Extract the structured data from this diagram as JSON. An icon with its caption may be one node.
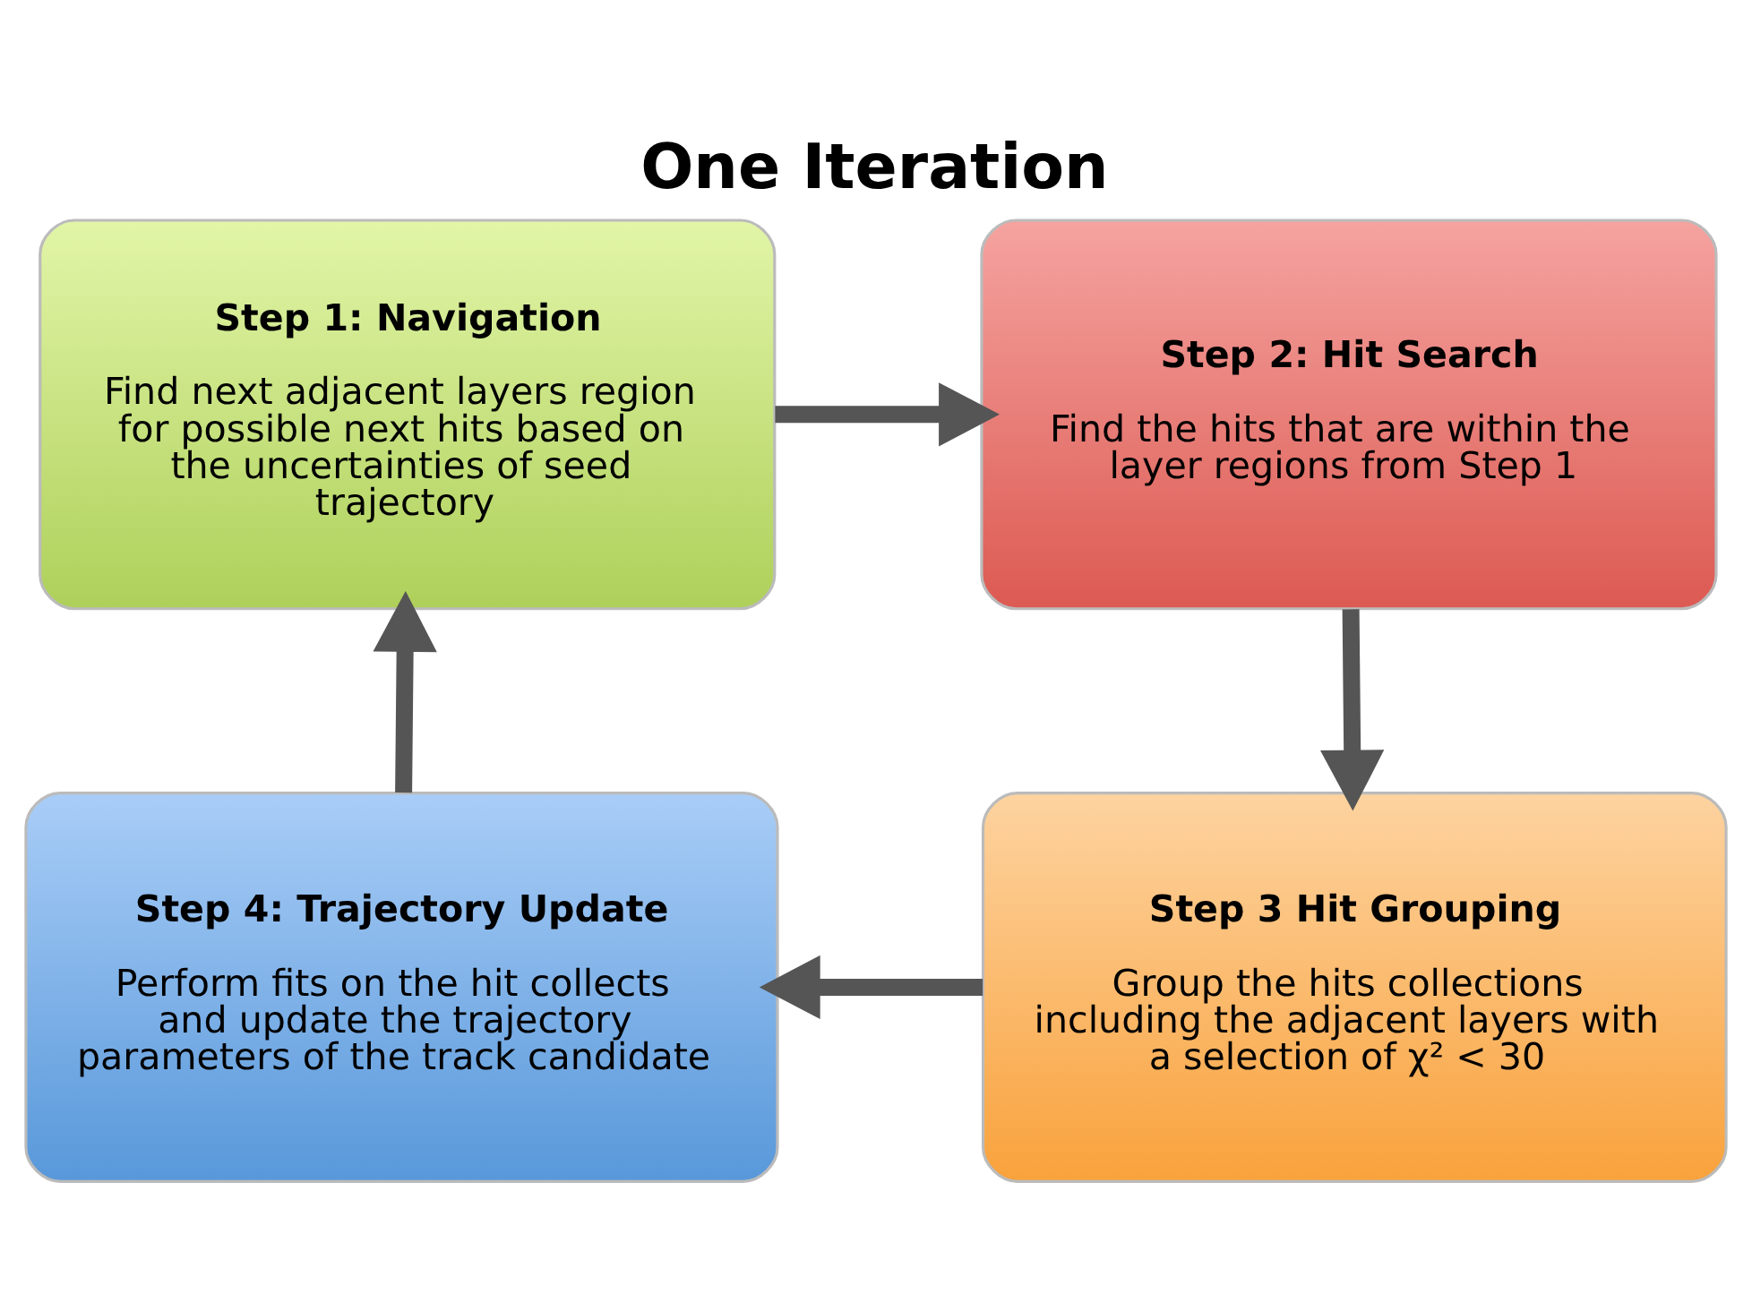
{
  "diagram": {
    "title": "One Iteration",
    "nodes": [
      {
        "text": [
          "Step 1: Navigation",
          "Find next adjacent layers region for possible next hits based on the uncertainties of seed trajectory"
        ]
      },
      {
        "text": [
          "Step 2: Hit Search",
          "Find the hits that are within the layer regions from Step 1"
        ]
      },
      {
        "text": [
          "Step 3 Hit Grouping",
          "Group the hits collections including the adjacent layers with a selection of χ² < 30"
        ]
      },
      {
        "text": [
          "Step 4: Trajectory Update",
          "Perform fits on the hit collects and update the trajectory parameters of the track candidate"
        ]
      }
    ],
    "edges": [
      {
        "from": 0,
        "to": 1,
        "arrow": "to"
      },
      {
        "from": 1,
        "to": 2,
        "arrow": "to"
      },
      {
        "from": 2,
        "to": 3,
        "arrow": "to"
      },
      {
        "from": 3,
        "to": 0,
        "arrow": "to"
      }
    ]
  }
}
